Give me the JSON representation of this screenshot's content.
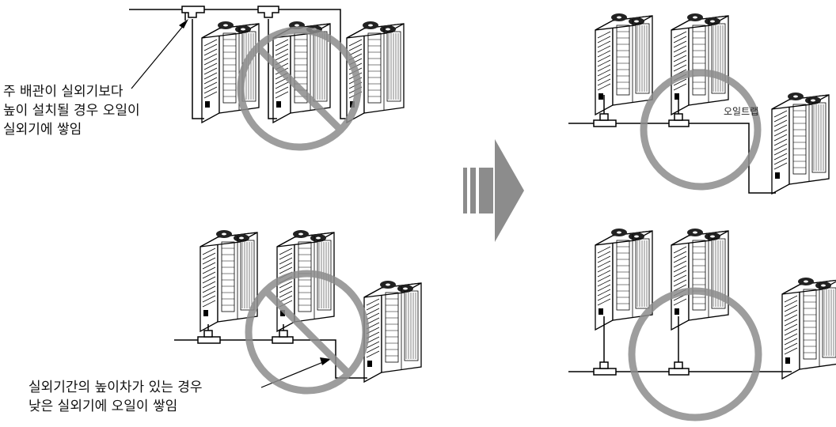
{
  "labels": {
    "main_pipe_line1": "주 배관이 실외기보다",
    "main_pipe_line2": "높이 설치될 경우 오일이",
    "main_pipe_line3": "실외기에 쌓임",
    "height_diff_line1": "실외기간의 높이차가 있는 경우",
    "height_diff_line2": "낮은 실외기에 오일이 쌓임",
    "oil_trap": "오일트랩"
  },
  "colors": {
    "pipe": "#000000",
    "prohibition": "#8c8c8c",
    "ok_circle": "#8c8c8c",
    "arrow": "#8c8c8c",
    "unit_fill": "#ffffff",
    "unit_stroke": "#000000"
  },
  "icons": {
    "wrong_mark": "prohibition-icon",
    "correct_mark": "circle-icon",
    "transition": "right-arrow-icon"
  }
}
